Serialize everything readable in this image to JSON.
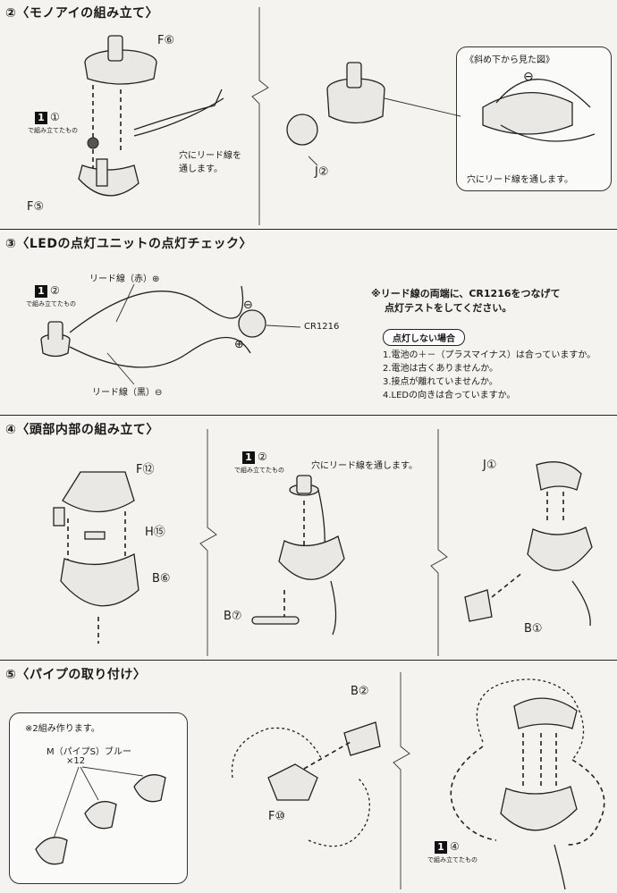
{
  "sections": {
    "s2": {
      "title": "②〈モノアイの組み立て〉",
      "part_f6": "F⑥",
      "badge": "1",
      "badge_step": "①",
      "badge_caption": "で組み立てたもの",
      "wire_note_line1": "穴にリード線を",
      "wire_note_line2": "通します。",
      "part_f5": "F⑤",
      "part_j2": "J②",
      "inset_title": "《斜め下から見た図》",
      "inset_note": "穴にリード線を通します。"
    },
    "s3": {
      "title": "③〈LEDの点灯ユニットの点灯チェック〉",
      "badge": "1",
      "badge_step": "②",
      "badge_caption": "で組み立てたもの",
      "lead_red": "リード線（赤）⊕",
      "lead_black": "リード線（黒）⊖",
      "battery": "CR1216",
      "note_line1": "※リード線の両端に、CR1216をつなげて",
      "note_line2": "点灯テストをしてください。",
      "check_title": "点灯しない場合",
      "checks": [
        "1.電池の＋－（プラスマイナス）は合っていますか。",
        "2.電池は古くありませんか。",
        "3.接点が離れていませんか。",
        "4.LEDの向きは合っていますか。"
      ]
    },
    "s4": {
      "title": "④〈頭部内部の組み立て〉",
      "part_f12": "F⑫",
      "part_h15": "H⑮",
      "part_b6": "B⑥",
      "badge": "1",
      "badge_step": "②",
      "badge_caption": "で組み立てたもの",
      "wire_note": "穴にリード線を通します。",
      "part_b7": "B⑦",
      "part_j1": "J①",
      "part_b1": "B①"
    },
    "s5": {
      "title": "⑤〈パイプの取り付け〉",
      "make_two": "※2組み作ります。",
      "pipe_name": "M（パイプS）ブルー",
      "pipe_qty": "×12",
      "part_b2": "B②",
      "part_f10": "F⑩",
      "badge": "1",
      "badge_step": "④",
      "badge_caption": "で組み立てたもの"
    }
  },
  "symbols": {
    "minus": "⊖",
    "plus": "⊕"
  }
}
